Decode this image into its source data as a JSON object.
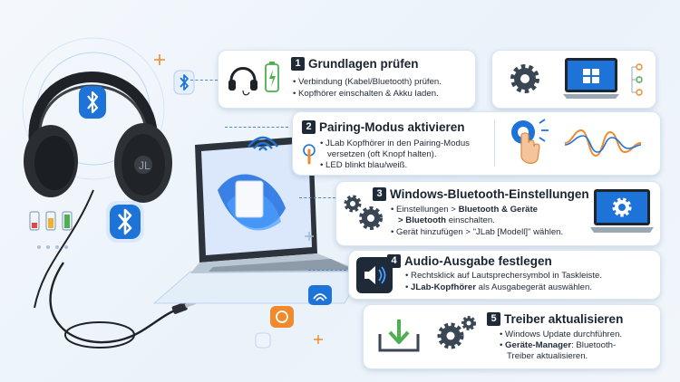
{
  "steps": [
    {
      "num": "1",
      "title": "Grundlagen prüfen",
      "bullets": [
        "Verbindung (Kabel/Bluetooth) prüfen.",
        "Kopfhörer einschalten & Akku laden."
      ]
    },
    {
      "num": "2",
      "title": "Pairing-Modus aktivieren",
      "bullets": [
        "JLab Kopfhörer in den Pairing-Modus",
        "versetzen (oft Knopf halten).",
        "LED blinkt blau/weiß."
      ]
    },
    {
      "num": "3",
      "title": "Windows-Bluetooth-Einstellungen",
      "b1_pre": "Einstellungen > ",
      "b1_bold": "Bluetooth & Geräte",
      "b2_bold": "> Bluetooth",
      "b2_post": " einschalten.",
      "b3": "Gerät hinzufügen > \"JLab [Modell]\" wählen."
    },
    {
      "num": "4",
      "title": "Audio-Ausgabe festlegen",
      "b1": "Rechtsklick auf Lautsprechersymbol in Taskleiste.",
      "b2_bold": "JLab-Kopfhörer",
      "b2_post": " als Ausgabegerät auswählen."
    },
    {
      "num": "5",
      "title": "Treiber aktualisieren",
      "b1": "Windows Update durchführen.",
      "b2_bold": "Geräte-Manager",
      "b2_post": ": Bluetooth-",
      "b3": "Treiber aktualisieren."
    }
  ],
  "colors": {
    "accent": "#1e73d8",
    "dark": "#1e2a38",
    "orange": "#f08a2c",
    "green": "#4caf50"
  },
  "icons": [
    "headphones-icon",
    "bluetooth-icon",
    "battery-icon",
    "gear-icon",
    "windows-icon",
    "touch-icon",
    "speaker-icon",
    "download-icon",
    "wifi-icon",
    "laptop-icon"
  ]
}
